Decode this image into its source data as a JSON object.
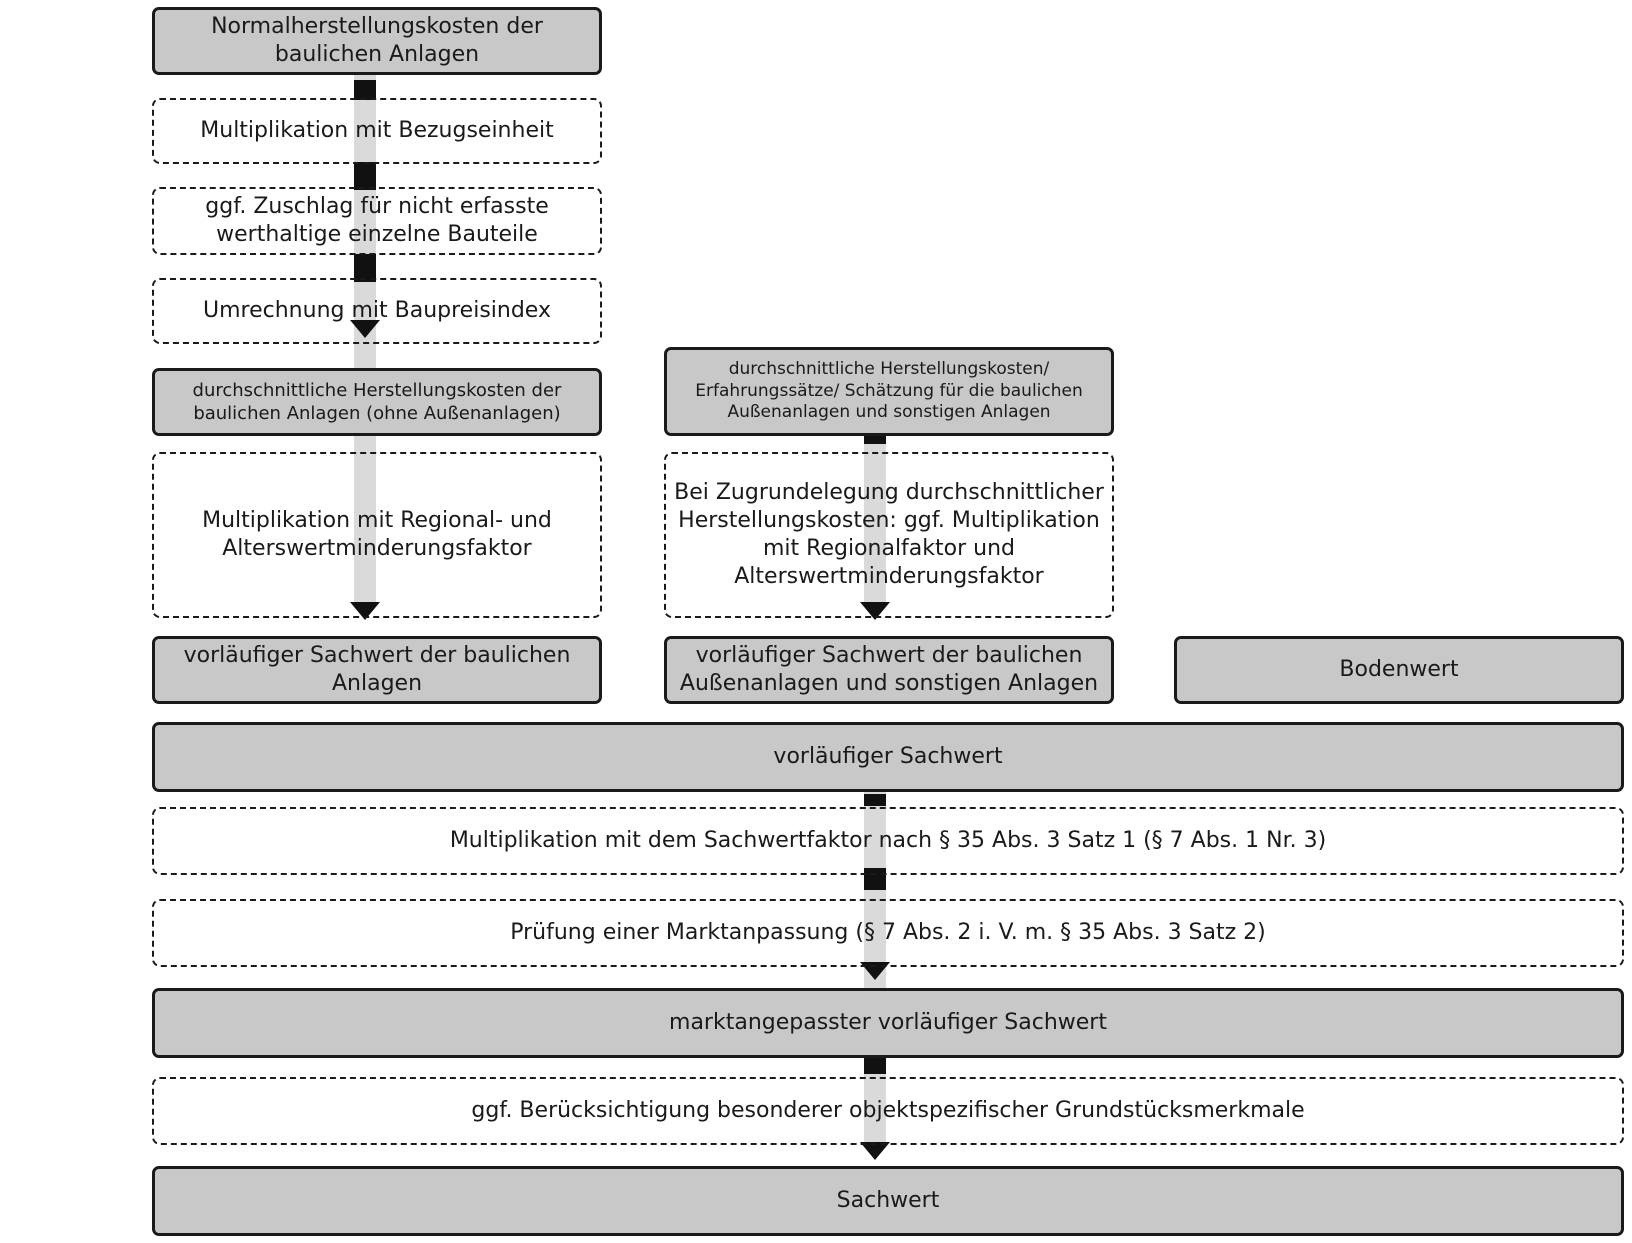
{
  "left_column": {
    "normalherstellungskosten": "Normalherstellungskosten der baulichen Anlagen",
    "multiplikation_bezugseinheit": "Multiplikation mit Bezugseinheit",
    "zuschlag": "ggf.  Zuschlag für nicht erfasste werthaltige einzelne Bauteile",
    "umrechnung": "Umrechnung mit Baupreisindex",
    "durchschnittliche_hk": "durchschnittliche Herstellungskosten der baulichen Anlagen (ohne Außenanlagen)",
    "multiplikation_regional": "Multiplikation mit Regional- und Alterswertminderungsfaktor",
    "vorlaeufiger_sachwert_bauliche": "vorläufiger Sachwert der baulichen Anlagen"
  },
  "middle_column": {
    "durchschnittliche_hk_aussen": "durchschnittliche Herstellungskosten/ Erfahrungssätze/ Schätzung für die baulichen Außenanlagen und sonstigen Anlagen",
    "zugrundelegung": "Bei Zugrundelegung durchschnittlicher Herstellungskosten: ggf. Multiplikation mit Regionalfaktor und Alterswertminderungsfaktor",
    "vorlaeufiger_sachwert_aussen": "vorläufiger Sachwert der baulichen Außenanlagen und sonstigen Anlagen"
  },
  "right_column": {
    "bodenwert": "Bodenwert"
  },
  "bottom": {
    "vorlaeufiger_sachwert": "vorläufiger Sachwert",
    "sachwertfaktor": "Multiplikation mit dem Sachwertfaktor nach § 35 Abs. 3 Satz 1 (§ 7 Abs. 1 Nr. 3)",
    "marktanpassung": "Prüfung einer Marktanpassung  (§ 7 Abs. 2 i. V. m. § 35 Abs. 3 Satz 2)",
    "marktangepasst": "marktangepasster vorläufiger Sachwert",
    "besondere_merkmale": "ggf. Berücksichtigung besonderer objektspezifischer Grundstücksmerkmale",
    "sachwert": "Sachwert"
  },
  "colors": {
    "solid_box_fill": "#c8c8c8",
    "border": "#1a1a1a",
    "arrow_shaft": "#dadada",
    "arrow_head": "#111111"
  }
}
